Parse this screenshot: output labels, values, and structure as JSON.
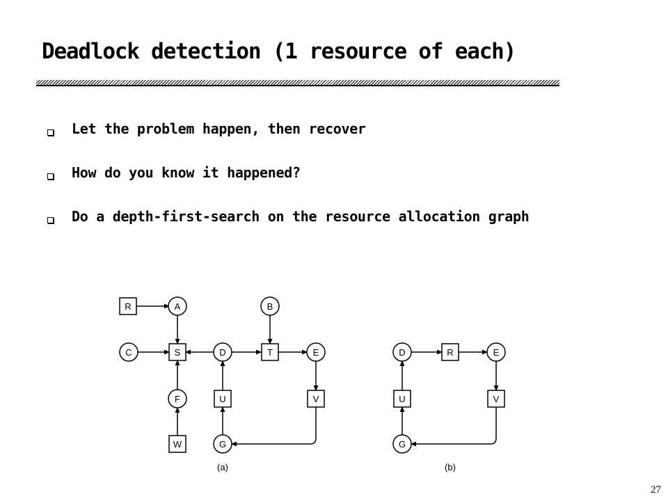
{
  "title": "Deadlock detection (1 resource of each)",
  "bullets": [
    "Let the problem happen, then recover",
    "How do you know it happened?",
    "Do a depth-first-search on the resource allocation graph"
  ],
  "diagram": {
    "graph_a": {
      "caption": "(a)",
      "processes": [
        "A",
        "B",
        "C",
        "D",
        "E",
        "F",
        "G"
      ],
      "resources": [
        "R",
        "S",
        "T",
        "U",
        "V",
        "W"
      ],
      "edges": [
        [
          "R",
          "A"
        ],
        [
          "A",
          "S"
        ],
        [
          "C",
          "S"
        ],
        [
          "D",
          "S"
        ],
        [
          "D",
          "T"
        ],
        [
          "B",
          "T"
        ],
        [
          "T",
          "E"
        ],
        [
          "E",
          "V"
        ],
        [
          "V",
          "G"
        ],
        [
          "G",
          "U"
        ],
        [
          "U",
          "D"
        ],
        [
          "F",
          "S"
        ],
        [
          "W",
          "F"
        ]
      ]
    },
    "graph_b": {
      "caption": "(b)",
      "processes": [
        "D",
        "E",
        "G"
      ],
      "resources": [
        "R",
        "U",
        "V"
      ],
      "edges": [
        [
          "D",
          "R"
        ],
        [
          "R",
          "E"
        ],
        [
          "E",
          "V"
        ],
        [
          "V",
          "G"
        ],
        [
          "G",
          "U"
        ],
        [
          "U",
          "D"
        ]
      ]
    }
  },
  "page_number": "27"
}
